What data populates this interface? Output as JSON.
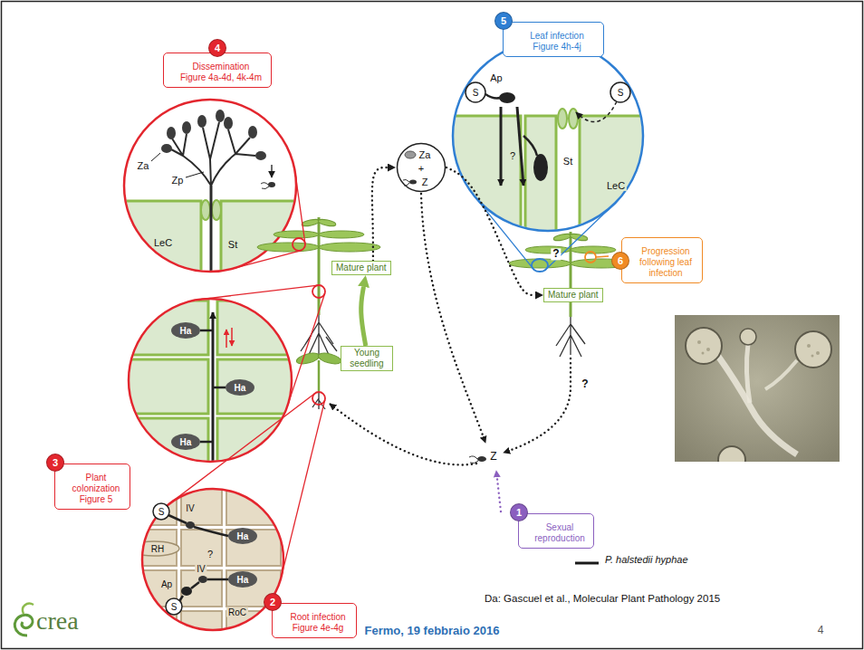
{
  "diagram": {
    "nodes": [
      {
        "text": [
          "4",
          "Dissemination",
          "Figure 4a-4d, 4k-4m"
        ]
      },
      {
        "text": [
          "5",
          "Leaf infection",
          "Figure 4h-4j"
        ]
      },
      {
        "text": [
          "Za",
          "+",
          "Z"
        ]
      },
      {
        "text": [
          "Mature plant"
        ]
      },
      {
        "text": [
          "6",
          "Progression following leaf infection"
        ]
      },
      {
        "text": [
          "Mature plant"
        ]
      },
      {
        "text": [
          "Young seedling"
        ]
      },
      {
        "text": [
          "3",
          "Plant colonization",
          "Figure 5"
        ]
      },
      {
        "text": [
          "1",
          "Sexual reproduction"
        ]
      },
      {
        "text": [
          "2",
          "Root infection",
          "Figure 4e-4g"
        ]
      }
    ],
    "edges": [
      {
        "from": 3,
        "to": 2,
        "arrow": "to"
      },
      {
        "from": 2,
        "to": 5,
        "arrow": "to"
      },
      {
        "from": 6,
        "to": 3,
        "arrow": "to"
      }
    ],
    "labels": [
      "Za",
      "Zp",
      "LeC",
      "St",
      "S",
      "Ap",
      "?",
      "S",
      "St",
      "LeC",
      "?",
      "Ha",
      "Ha",
      "Ha",
      "?",
      "Z",
      "S",
      "IV",
      "Ha",
      "RH",
      "?",
      "IV",
      "Ha",
      "Ap",
      "S",
      "RoC",
      "Da: Gascuel et al., Molecular Plant Pathology 2015",
      "crea",
      "Fermo, 19 febbraio 2016",
      "4"
    ],
    "legend": [
      {
        "text": "P. halstedii hyphae"
      }
    ]
  }
}
